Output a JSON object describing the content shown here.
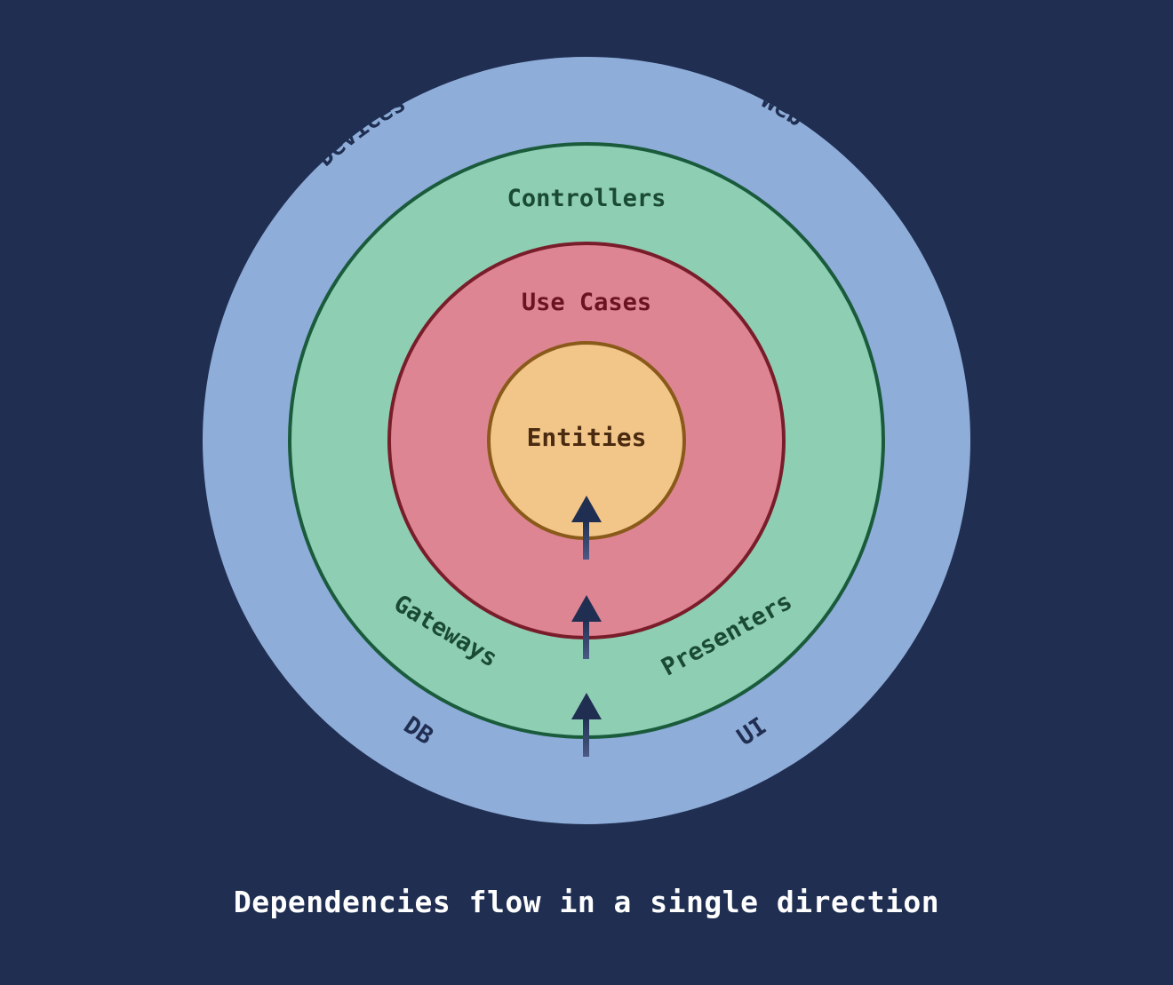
{
  "diagram": {
    "layers": {
      "outer": {
        "labels": [
          "Devices",
          "Web",
          "DB",
          "UI"
        ],
        "fill": "#8fadd9"
      },
      "interface_adapters": {
        "labels": [
          "Controllers",
          "Gateways",
          "Presenters"
        ],
        "fill": "#8ecfb4",
        "stroke": "#1a5b3c"
      },
      "use_cases": {
        "label": "Use Cases",
        "fill": "#de8593",
        "stroke": "#7a1d2a"
      },
      "entities": {
        "label": "Entities",
        "fill": "#f2c689",
        "stroke": "#8a5a1a"
      }
    },
    "arrow_color": "#1f2e51"
  },
  "caption": "Dependencies flow in a single direction"
}
